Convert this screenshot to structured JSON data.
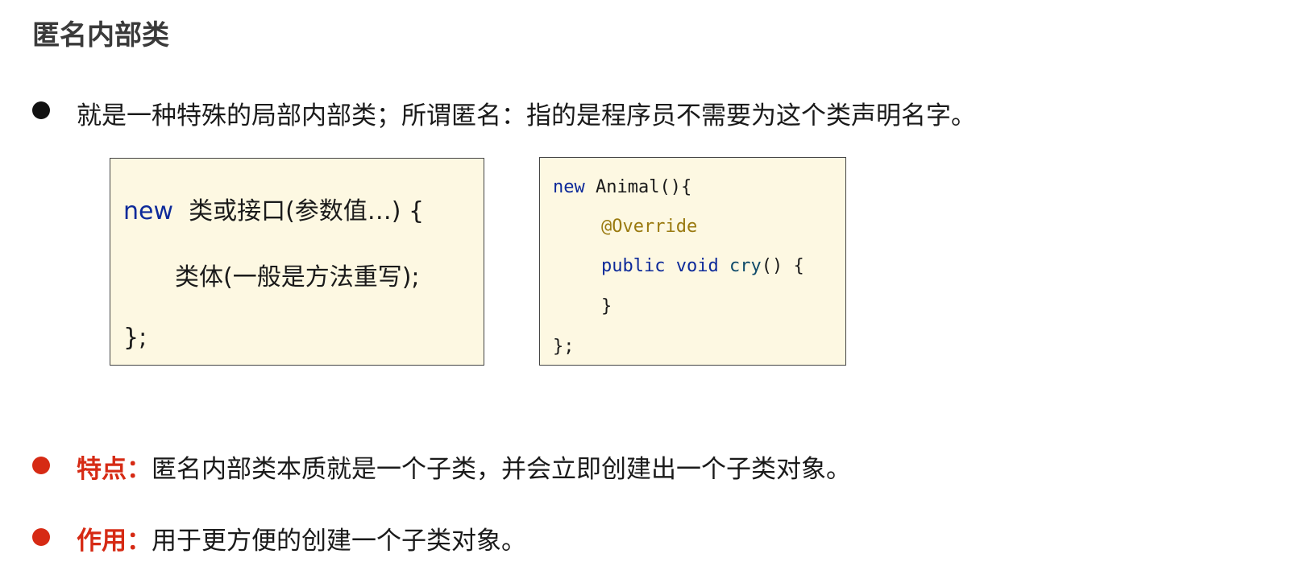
{
  "title": "匿名内部类",
  "intro": "就是一种特殊的局部内部类；所谓匿名：指的是程序员不需要为这个类声明名字。",
  "syntax_box": {
    "kw_new": "new",
    "line1_rest": "类或接口(参数值…) {",
    "line2": "类体(一般是方法重写);",
    "line3": "};"
  },
  "code_box": {
    "l1_kw": "new",
    "l1_rest": " Animal(){",
    "l2": "@Override",
    "l3_public": "public",
    "l3_void": "void",
    "l3_fn": "cry",
    "l3_rest": "() {",
    "l4": "}",
    "l5": "};"
  },
  "features": [
    {
      "label": "特点：",
      "text": "匿名内部类本质就是一个子类，并会立即创建出一个子类对象。"
    },
    {
      "label": "作用：",
      "text": "用于更方便的创建一个子类对象。"
    }
  ],
  "colors": {
    "accent": "#d62a14",
    "box_bg": "#fdf8e2"
  }
}
